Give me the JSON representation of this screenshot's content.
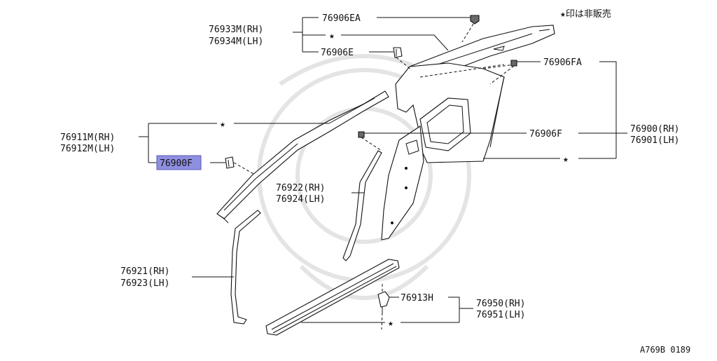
{
  "legend": {
    "text": "★印は非販売"
  },
  "star": "★",
  "catalog_number": "A769B 0189",
  "highlight_color": "#8f8fe0",
  "callouts": {
    "p76906EA": "76906EA",
    "p76933M": "76933M(RH)",
    "p76934M": "76934M(LH)",
    "p76906E": "76906E",
    "p76906FA": "76906FA",
    "p76906F": "76906F",
    "p76900": "76900(RH)",
    "p76901": "76901(LH)",
    "p76911M": "76911M(RH)",
    "p76912M": "76912M(LH)",
    "p76900F": "76900F",
    "p76922": "76922(RH)",
    "p76924": "76924(LH)",
    "p76921": "76921(RH)",
    "p76923": "76923(LH)",
    "p76913H": "76913H",
    "p76950": "76950(RH)",
    "p76951": "76951(LH)"
  }
}
